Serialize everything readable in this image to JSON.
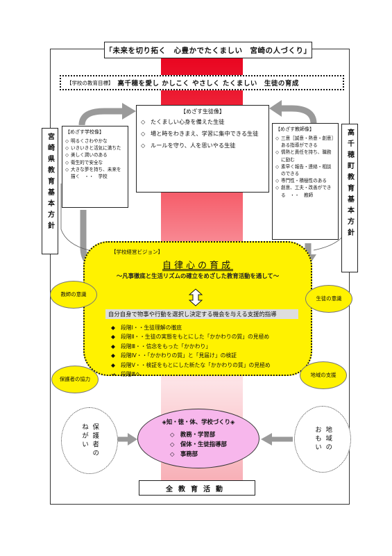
{
  "title": "「未来を切り拓く　心豊かでたくましい　宮崎の人づくり」",
  "school_goal": {
    "tag": "【学校の教育目標】",
    "text": "高千穂を愛し かしこく やさしく たくましい　生徒の育成"
  },
  "left_vertical": "宮崎県教育基本方針",
  "right_vertical": "高千穂町教育基本方針",
  "student_image": {
    "header": "【めざす生徒像】",
    "items": [
      "たくましい心身を備えた生徒",
      "場と時をわきまえ、学習に集中できる生徒",
      "ルールを守り、人を思いやる生徒"
    ],
    "bullet": "◇"
  },
  "school_image": {
    "header": "【めざす学校像】",
    "bullet": "◇",
    "items": [
      "明るくさわやかな",
      "いきいきと活気に満ちた",
      "美しく潤いのある",
      "衛生的で安全な",
      "大きな夢を持ち、未来を描く　・・　学校"
    ]
  },
  "teacher_image": {
    "header": "【めざす教師像】",
    "bullet": "◇",
    "items": [
      "三意［誠意・熱意・創意］ある指導ができる",
      "情熱と責任を持ち、職務に励む",
      "素早く報告・連絡・相談のできる",
      "専門性・積極性のある",
      "創意、工夫・改善ができる　・・　教師"
    ]
  },
  "vision": {
    "tag": "【学校経営ビジョン】",
    "title": "自律心の育成",
    "subtitle": "～凡事徹底と生活リズムの確立をめざした教育活動を通して～",
    "band": "自分自身で物事や行動を選択し決定する機会を与える支援的指導",
    "step_bullet": "◆",
    "steps": [
      "段階Ⅰ・・生徒理解の徹底",
      "段階Ⅱ・・生徒の実態をもとにした「かかわりの質」の見極め",
      "段階Ⅲ・・信念をもった「かかわり」",
      "段階Ⅳ・・「かかわりの質」と「見届け」の検証",
      "段階Ⅴ・・検証をもとにした新たな「かかわりの質」の見極め"
    ],
    "return_arrow": "→",
    "return_text": "段階Ⅲへ"
  },
  "callouts": {
    "teacher": "教師の意識",
    "student": "生徒の意識",
    "guardian": "保護者の協力",
    "region": "地域の支援"
  },
  "ovals": {
    "left": [
      "保護者の",
      "ねがい"
    ],
    "right": [
      "地域の",
      "おもい"
    ]
  },
  "organization": {
    "header": "◈知・徳・体、学校づくり◈",
    "bullet": "◇",
    "items": [
      "教務・学習部",
      "保体・生徒指導部",
      "事務部"
    ]
  },
  "bottom": "全教育活動",
  "colors": {
    "beam": "#e8001c",
    "vision": "#fff200",
    "organization": "#f7b7ec",
    "arrow": "#9a9a9a"
  }
}
